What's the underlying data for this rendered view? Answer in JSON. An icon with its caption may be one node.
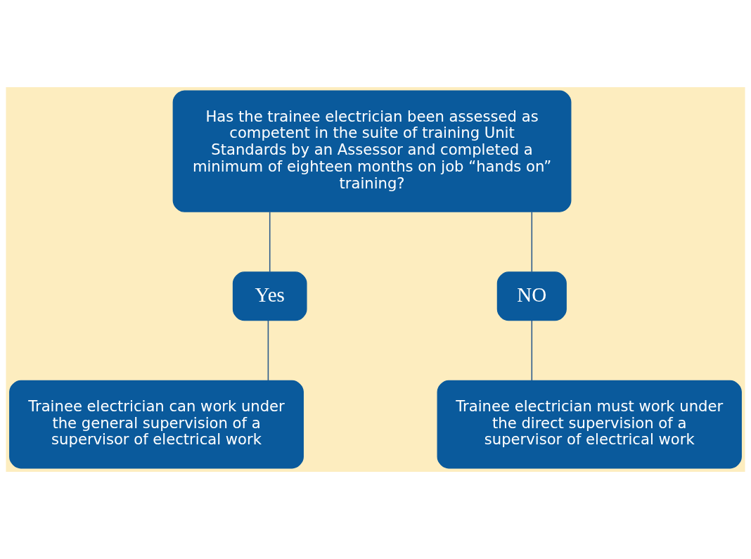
{
  "diagram": {
    "nodes": [
      {
        "text": [
          "Has the trainee electrician been assessed as competent in the suite of training Unit Standards by an Assessor and completed a minimum of eighteen months on job “hands on” training?"
        ]
      },
      {
        "text": [
          "Yes"
        ]
      },
      {
        "text": [
          "NO"
        ]
      },
      {
        "text": [
          "Trainee electrician can work under the general supervision of a supervisor of electrical work"
        ]
      },
      {
        "text": [
          "Trainee electrician must work under the direct supervision of a supervisor of electrical work"
        ]
      }
    ],
    "edges": [
      {
        "from": 0,
        "to": 1,
        "arrow": "none"
      },
      {
        "from": 0,
        "to": 2,
        "arrow": "none"
      },
      {
        "from": 1,
        "to": 3,
        "arrow": "none"
      },
      {
        "from": 2,
        "to": 4,
        "arrow": "none"
      }
    ]
  }
}
